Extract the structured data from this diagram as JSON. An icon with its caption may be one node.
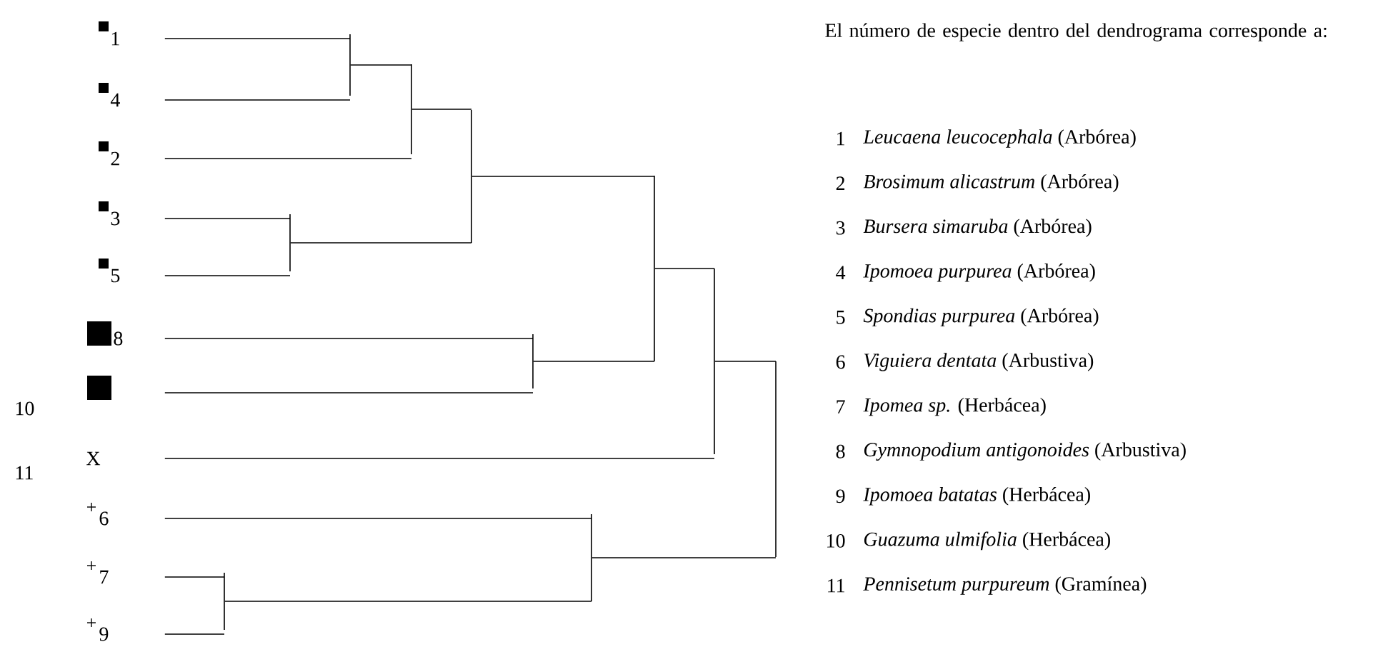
{
  "diagram": {
    "nodes": [
      {
        "text": [
          "1"
        ]
      },
      {
        "text": [
          "4"
        ]
      },
      {
        "text": [
          "2"
        ]
      },
      {
        "text": [
          "3"
        ]
      },
      {
        "text": [
          "5"
        ]
      },
      {
        "text": [
          "8"
        ]
      },
      {
        "text": [],
        "shape": "box"
      },
      {
        "text": [
          "X"
        ]
      },
      {
        "text": [
          "6"
        ]
      },
      {
        "text": [
          "7"
        ]
      },
      {
        "text": [
          "9"
        ]
      },
      {
        "text": [],
        "shape": "bar"
      },
      {
        "text": [],
        "shape": "bar"
      },
      {
        "text": [],
        "shape": "bar"
      },
      {
        "text": [],
        "shape": "bar"
      },
      {
        "text": [],
        "shape": "bar"
      },
      {
        "text": [],
        "shape": "bar"
      },
      {
        "text": [],
        "shape": "bar"
      },
      {
        "text": [],
        "shape": "bar"
      },
      {
        "text": [],
        "shape": "bar"
      },
      {
        "text": [],
        "shape": "bar"
      }
    ],
    "edges": [
      {
        "from": 0,
        "to": 11,
        "arrow": "none"
      },
      {
        "from": 1,
        "to": 11,
        "arrow": "none"
      },
      {
        "from": 11,
        "to": 12,
        "arrow": "none"
      },
      {
        "from": 2,
        "to": 12,
        "arrow": "none"
      },
      {
        "from": 3,
        "to": 13,
        "arrow": "none"
      },
      {
        "from": 4,
        "to": 13,
        "arrow": "none"
      },
      {
        "from": 12,
        "to": 14,
        "arrow": "none"
      },
      {
        "from": 13,
        "to": 14,
        "arrow": "none"
      },
      {
        "from": 5,
        "to": 15,
        "arrow": "none"
      },
      {
        "from": 6,
        "to": 15,
        "arrow": "none"
      },
      {
        "from": 14,
        "to": 16,
        "arrow": "none"
      },
      {
        "from": 15,
        "to": 16,
        "arrow": "none"
      },
      {
        "from": 16,
        "to": 17,
        "arrow": "none"
      },
      {
        "from": 7,
        "to": 17,
        "arrow": "none"
      },
      {
        "from": 9,
        "to": 18,
        "arrow": "none"
      },
      {
        "from": 10,
        "to": 18,
        "arrow": "none"
      },
      {
        "from": 8,
        "to": 19,
        "arrow": "none"
      },
      {
        "from": 18,
        "to": 19,
        "arrow": "none"
      },
      {
        "from": 17,
        "to": 20,
        "arrow": "none"
      },
      {
        "from": 19,
        "to": 20,
        "arrow": "none"
      }
    ],
    "labels": [
      "10",
      "11",
      "El número de especie dentro del dendrograma corresponde a:",
      "1",
      "*Leucaena leucocephala* (Arbórea)",
      "2",
      "*Brosimum alicastrum* (Arbórea)",
      "3",
      "*Bursera simaruba* (Arbórea)",
      "4",
      "*Ipomoea purpurea* (Arbórea)",
      "5",
      "*Spondias purpurea* (Arbórea)",
      "6",
      "*Viguiera dentata* (Arbustiva)",
      "7",
      "*Ipomea sp.* (Herbácea)",
      "8",
      "*Gymnopodium antigonoides* (Arbustiva)",
      "9",
      "*Ipomoea batatas* (Herbácea)",
      "10",
      "*Guazuma ulmifolia* (Herbácea)",
      "11",
      "*Pennisetum purpureum* (Gramínea)"
    ]
  }
}
